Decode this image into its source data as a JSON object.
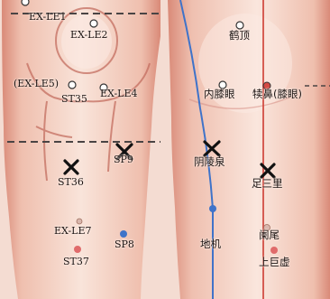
{
  "colors": {
    "skin_light": "#f8e3da",
    "skin_mid": "#efbfae",
    "skin_dark": "#d98a78",
    "meridian_blue": "#3f73c9",
    "meridian_red": "#d0453c",
    "dash_line": "#4a4444",
    "marker_x": "#111111"
  },
  "points": {
    "ex_le1": "EX-LE1",
    "ex_le2": "EX-LE2",
    "ex_le5": "(EX-LE5)",
    "st35": "ST35",
    "ex_le4": "EX-LE4",
    "sp9": "SP9",
    "st36": "ST36",
    "ex_le7": "EX-LE7",
    "sp8": "SP8",
    "st37": "ST37",
    "heding": "鹤顶",
    "nei_xiyan": "内膝眼",
    "dubi": "犊鼻(膝眼)",
    "yinlingquan": "阴陵泉",
    "zusanli": "足三里",
    "diji": "地机",
    "lanwei": "阑尾",
    "shangjuxu": "上巨虚"
  }
}
